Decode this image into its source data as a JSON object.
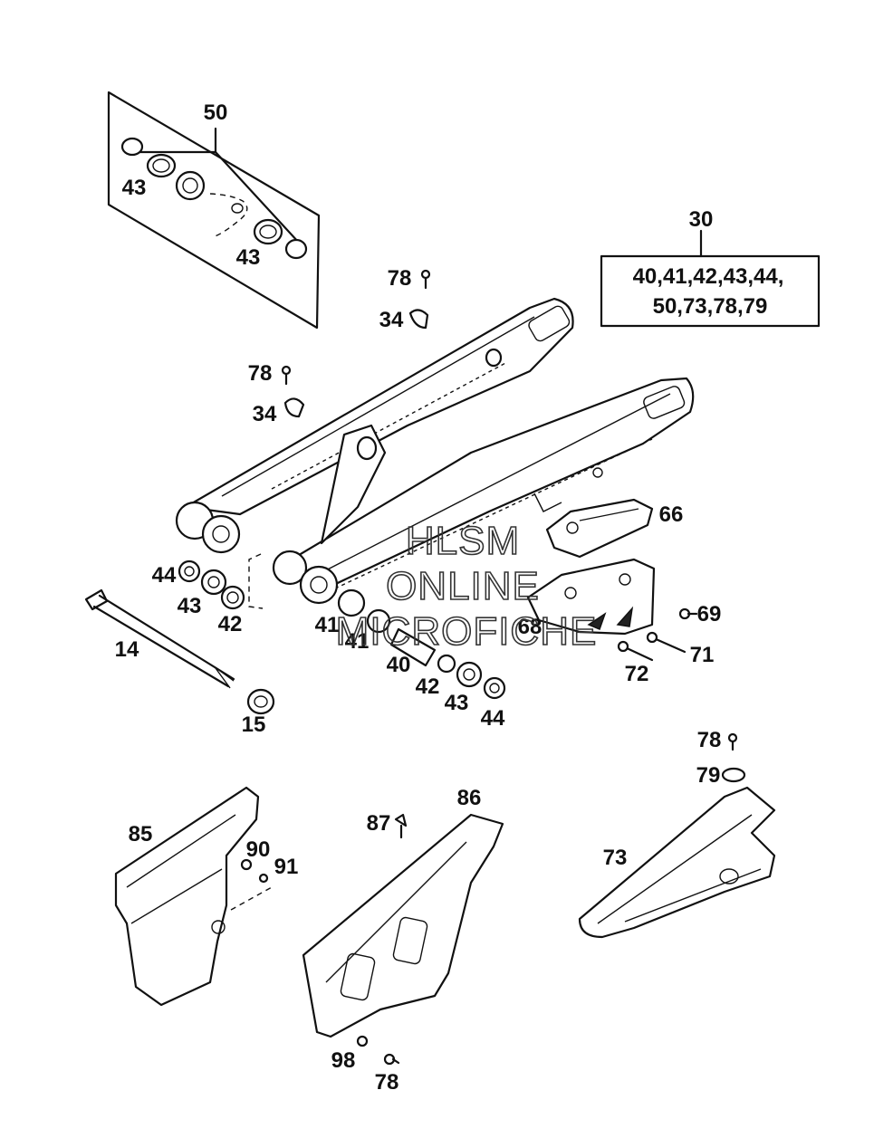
{
  "kit_box": {
    "number": "30",
    "line1": "40,41,42,43,44,",
    "line2": "50,73,78,79"
  },
  "watermark": {
    "line1": "HLSM",
    "line2": "ONLINE",
    "line3": "MICROFICHE"
  },
  "labels": {
    "p50": "50",
    "p43a": "43",
    "p43b": "43",
    "p78a": "78",
    "p34a": "34",
    "p78b": "78",
    "p34b": "34",
    "p66": "66",
    "p44a": "44",
    "p43c": "43",
    "p42a": "42",
    "p14": "14",
    "p15": "15",
    "p41a": "41",
    "p41b": "41",
    "p40": "40",
    "p42b": "42",
    "p43d": "43",
    "p44b": "44",
    "p68": "68",
    "p69": "69",
    "p71": "71",
    "p72": "72",
    "p78c": "78",
    "p79": "79",
    "p85": "85",
    "p90": "90",
    "p91": "91",
    "p87": "87",
    "p86": "86",
    "p73": "73",
    "p98": "98",
    "p78d": "78"
  }
}
